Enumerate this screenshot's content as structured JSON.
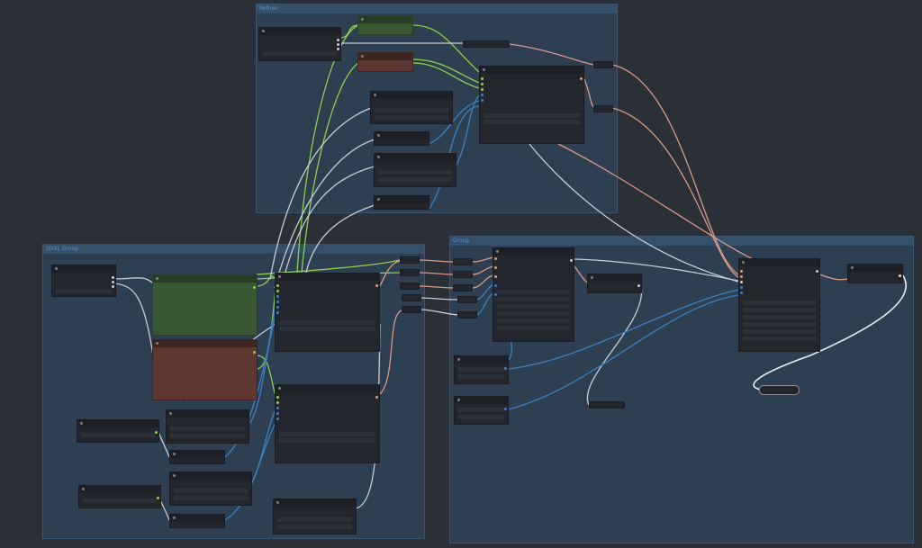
{
  "groups": {
    "refiner": {
      "title": "Refiner"
    },
    "sdxl": {
      "title": "SDXL Group"
    },
    "upscale": {
      "title": "Group"
    }
  },
  "colors": {
    "background": "#2b2f38",
    "group_fill": "#2f3f52",
    "node_fill": "#23262d",
    "green_node": "#3a5733",
    "red_node": "#5e3733",
    "wire_green": "#8fd14f",
    "wire_blue": "#3d7fc1",
    "wire_white": "#c8ccd2",
    "wire_salmon": "#d89a8a"
  },
  "icons": {
    "node_collapse": "circle-dot-icon"
  }
}
